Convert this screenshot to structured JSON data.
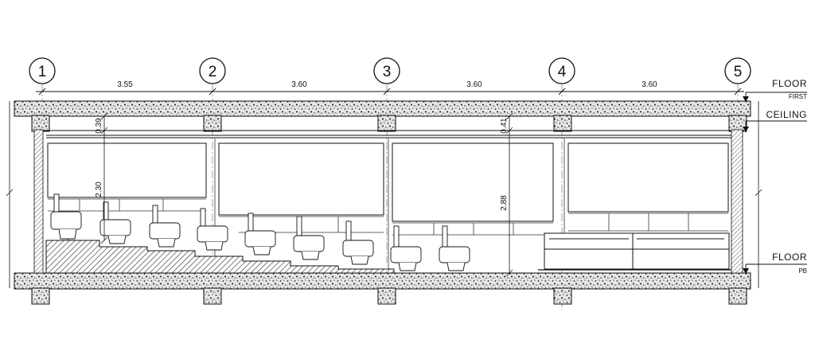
{
  "axes": [
    "1",
    "2",
    "3",
    "4",
    "5"
  ],
  "spans": [
    "3.55",
    "3.60",
    "3.60",
    "3.60"
  ],
  "heights": {
    "slab_gap_left": "0.39",
    "slab_gap_right": "0.41",
    "room_left": "2.30",
    "room_right": "2.88"
  },
  "levels": {
    "first_floor_main": "FLOOR",
    "first_floor_sub": "FIRST",
    "ceiling": "CEILING",
    "ground_floor_main": "FLOOR",
    "ground_floor_sub": "PB"
  },
  "colors": {
    "line": "#111111",
    "concrete": "#e9e9e9",
    "hatch": "#555555"
  }
}
